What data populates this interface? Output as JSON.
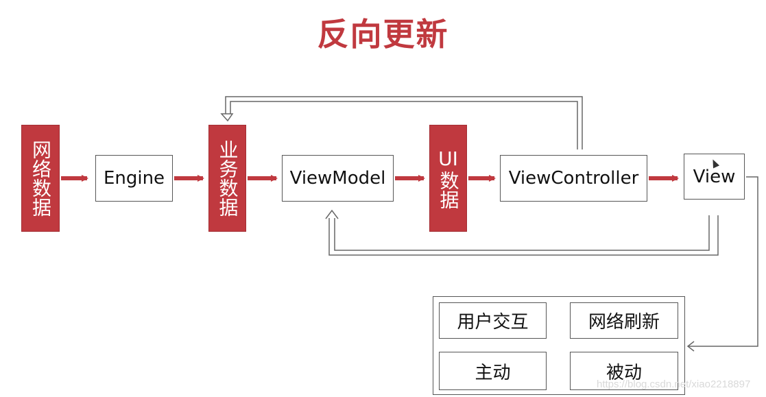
{
  "title": "反向更新",
  "nodes": {
    "network_data": "网络数据",
    "engine": "Engine",
    "business_data": "业务数据",
    "viewmodel": "ViewModel",
    "ui_data_line1": "UI",
    "ui_data_line2": "数据",
    "viewcontroller": "ViewController",
    "view": "View"
  },
  "triggers": {
    "user_interaction": "用户交互",
    "network_refresh": "网络刷新",
    "active": "主动",
    "passive": "被动"
  },
  "watermark": "https://blog.csdn.net/xiao2218897",
  "colors": {
    "accent_red": "#c0393f",
    "outline": "#555555"
  }
}
